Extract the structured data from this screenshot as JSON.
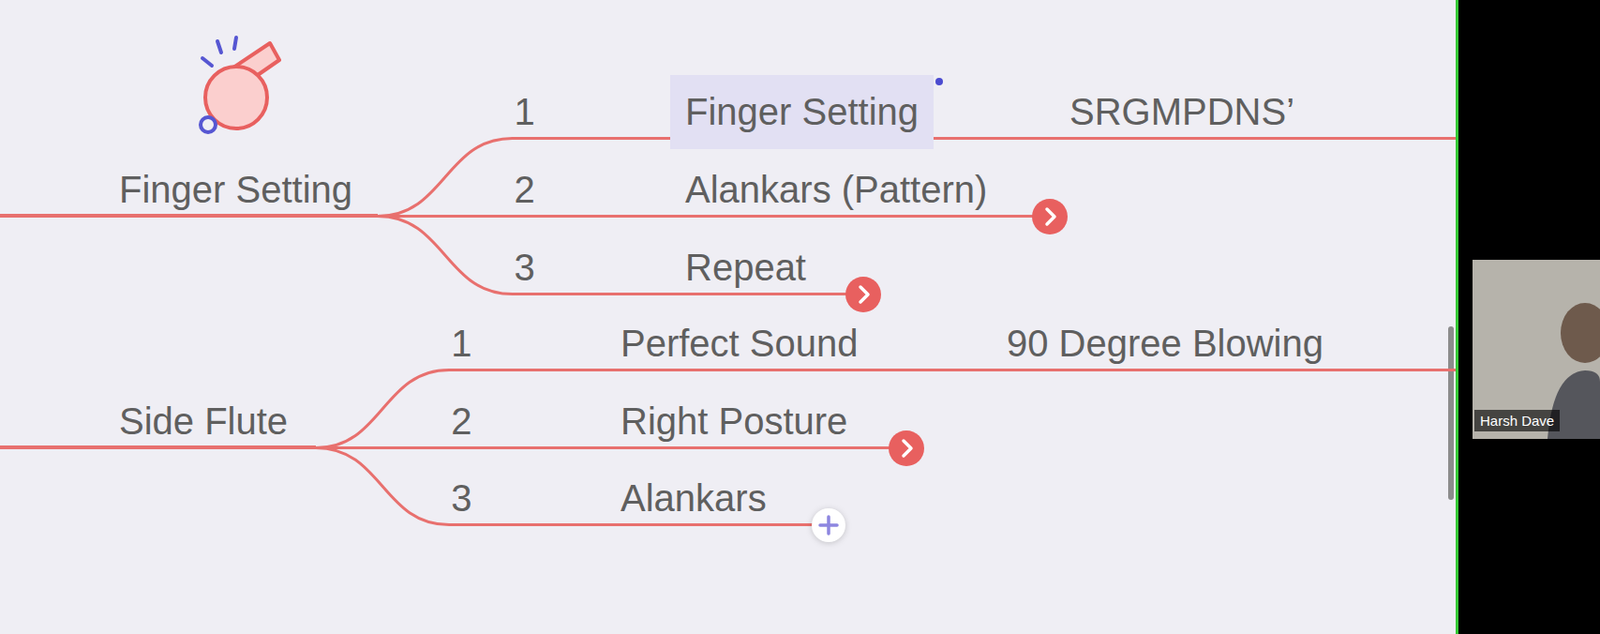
{
  "diagram": {
    "nodes": [
      {
        "text": [
          "Finger Setting"
        ]
      },
      {
        "text": [
          "Finger Setting"
        ]
      },
      {
        "text": [
          "SRGMPDNS’"
        ]
      },
      {
        "text": [
          "Alankars (Pattern)"
        ]
      },
      {
        "text": [
          "Repeat"
        ]
      },
      {
        "text": [
          "Side Flute"
        ]
      },
      {
        "text": [
          "Perfect Sound"
        ]
      },
      {
        "text": [
          "90 Degree Blowing"
        ]
      },
      {
        "text": [
          "Right Posture"
        ]
      },
      {
        "text": [
          "Alankars"
        ]
      }
    ],
    "edges": [
      {
        "from": 0,
        "to": 1,
        "arrow": "none",
        "label": "1"
      },
      {
        "from": 0,
        "to": 3,
        "arrow": "none",
        "label": "2"
      },
      {
        "from": 0,
        "to": 4,
        "arrow": "none",
        "label": "3"
      },
      {
        "from": 1,
        "to": 2,
        "arrow": "none"
      },
      {
        "from": 5,
        "to": 6,
        "arrow": "none",
        "label": "1"
      },
      {
        "from": 5,
        "to": 8,
        "arrow": "none",
        "label": "2"
      },
      {
        "from": 5,
        "to": 9,
        "arrow": "none",
        "label": "3"
      },
      {
        "from": 6,
        "to": 7,
        "arrow": "none"
      }
    ],
    "labels": [
      "Harsh Dave"
    ]
  }
}
